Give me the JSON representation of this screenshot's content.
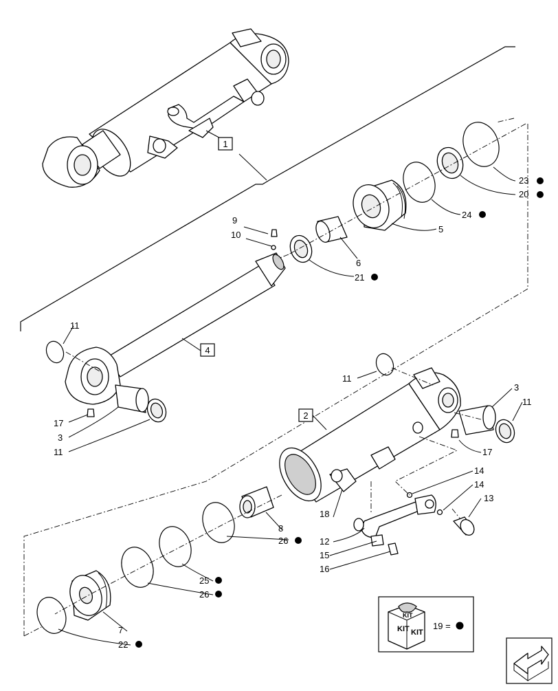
{
  "callouts": {
    "c1": "1",
    "c2": "2",
    "c3a": "3",
    "c3b": "3",
    "c4": "4",
    "c5": "5",
    "c6": "6",
    "c7": "7",
    "c8": "8",
    "c9": "9",
    "c10": "10",
    "c11a": "11",
    "c11b": "11",
    "c11c": "11",
    "c11d": "11",
    "c12": "12",
    "c13": "13",
    "c14a": "14",
    "c14b": "14",
    "c15": "15",
    "c16": "16",
    "c17a": "17",
    "c17b": "17",
    "c18": "18",
    "c20": "20",
    "c21": "21",
    "c22": "22",
    "c23": "23",
    "c24": "24",
    "c25": "25",
    "c26a": "26",
    "c26b": "26"
  },
  "kit": {
    "label_top": "KIT",
    "label_left": "KIT",
    "label_right": "KIT",
    "equation": "19 ="
  },
  "marker": "kit-item-dot"
}
